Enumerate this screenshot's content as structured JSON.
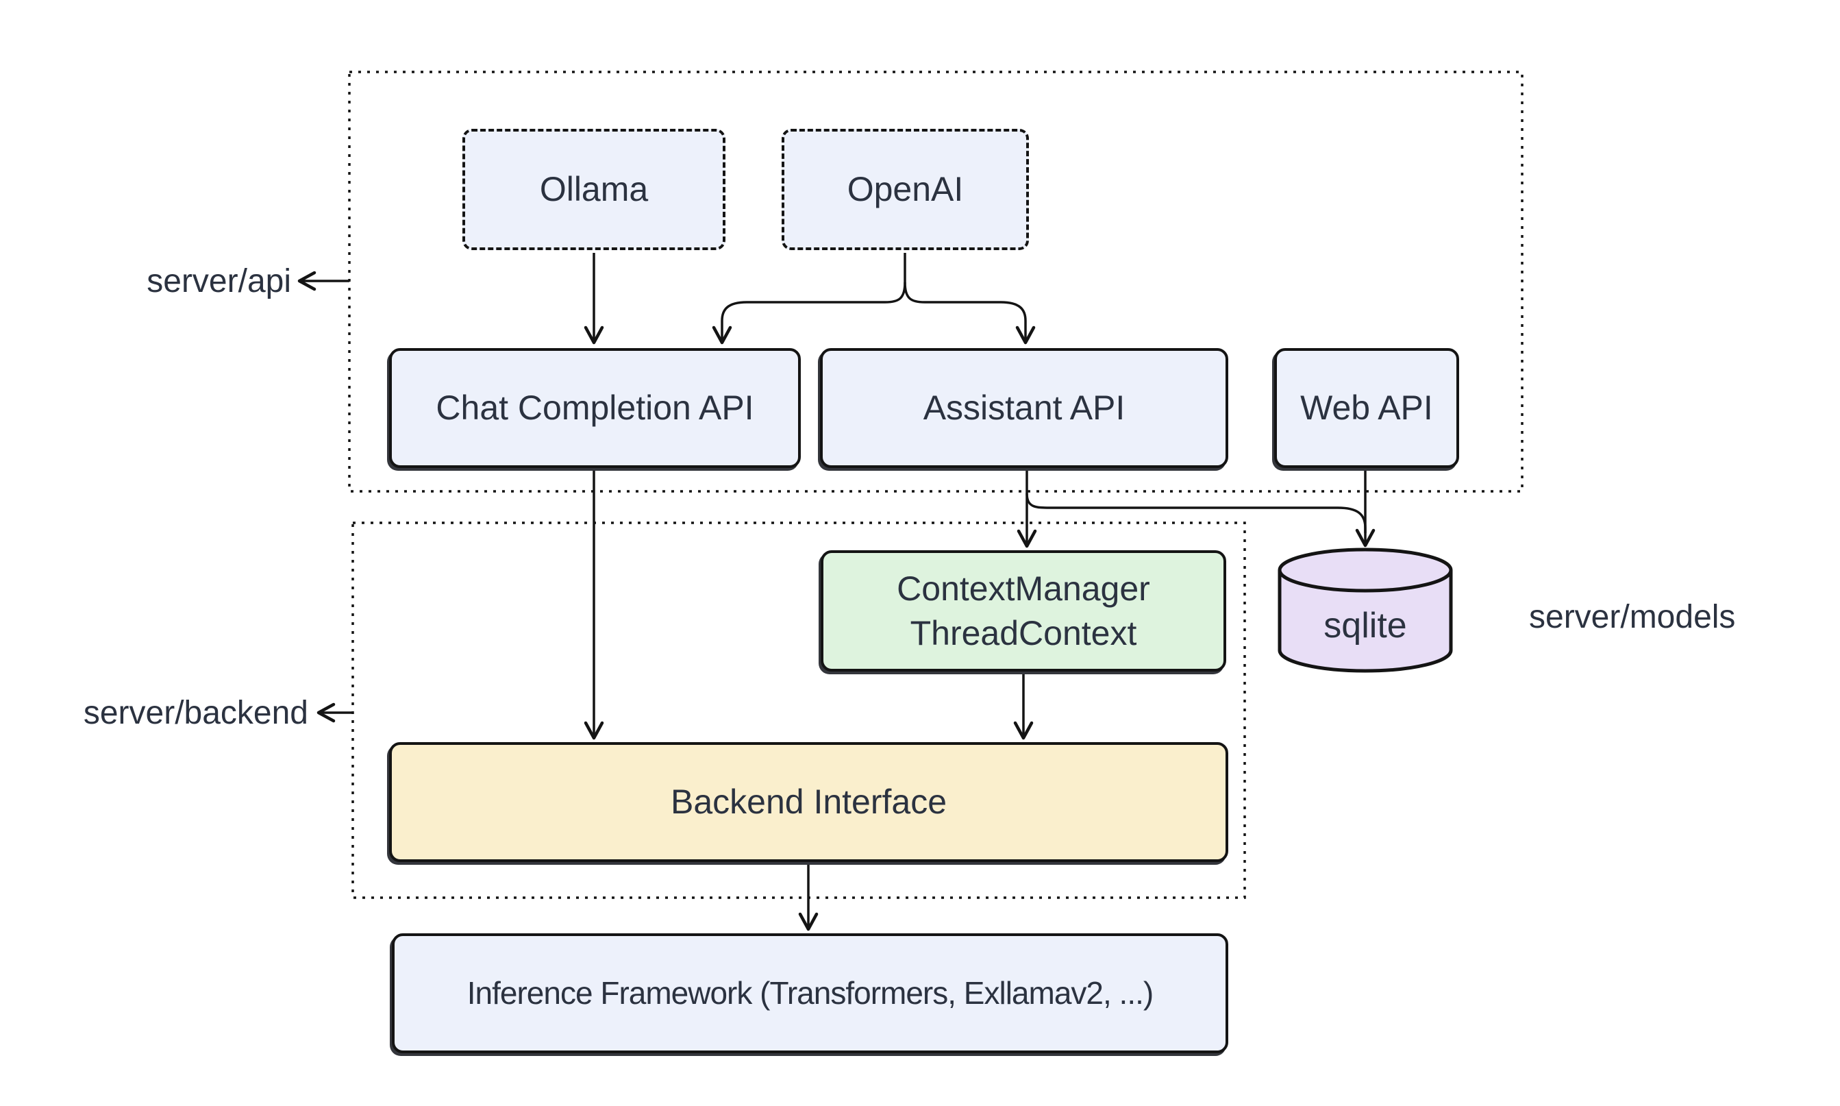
{
  "diagram": {
    "type": "architecture-flowchart",
    "colors": {
      "node_fill": "#edf1fb",
      "context_fill": "#def3de",
      "backend_fill": "#faefcd",
      "sqlite_fill": "#e8def6",
      "stroke": "#141414",
      "text": "#2b3240",
      "background": "#ffffff"
    },
    "containers": {
      "api": {
        "label": "server/api"
      },
      "backend": {
        "label": "server/backend"
      },
      "models": {
        "label": "server/models"
      }
    },
    "nodes": {
      "ollama": {
        "label": "Ollama"
      },
      "openai": {
        "label": "OpenAI"
      },
      "chat_completion_api": {
        "label": "Chat Completion API"
      },
      "assistant_api": {
        "label": "Assistant API"
      },
      "web_api": {
        "label": "Web API"
      },
      "context_manager": {
        "line1": "ContextManager",
        "line2": "ThreadContext"
      },
      "sqlite": {
        "label": "sqlite"
      },
      "backend_interface": {
        "label": "Backend Interface"
      },
      "inference_framework": {
        "label": "Inference Framework (Transformers, Exllamav2, ...)"
      }
    },
    "edges": [
      {
        "from": "ollama",
        "to": "chat_completion_api"
      },
      {
        "from": "openai",
        "to": "chat_completion_api"
      },
      {
        "from": "openai",
        "to": "assistant_api"
      },
      {
        "from": "chat_completion_api",
        "to": "backend_interface"
      },
      {
        "from": "assistant_api",
        "to": "context_manager"
      },
      {
        "from": "assistant_api",
        "to": "sqlite"
      },
      {
        "from": "web_api",
        "to": "sqlite"
      },
      {
        "from": "context_manager",
        "to": "backend_interface"
      },
      {
        "from": "backend_interface",
        "to": "inference_framework"
      }
    ]
  }
}
